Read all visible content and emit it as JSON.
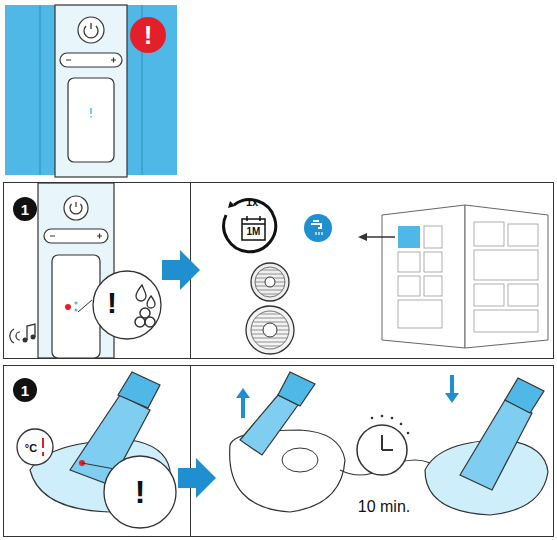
{
  "diagram": {
    "labels": [
      "!",
      "1",
      "!",
      "1x",
      "1M",
      "1",
      "°C",
      "!",
      "10 min."
    ]
  }
}
